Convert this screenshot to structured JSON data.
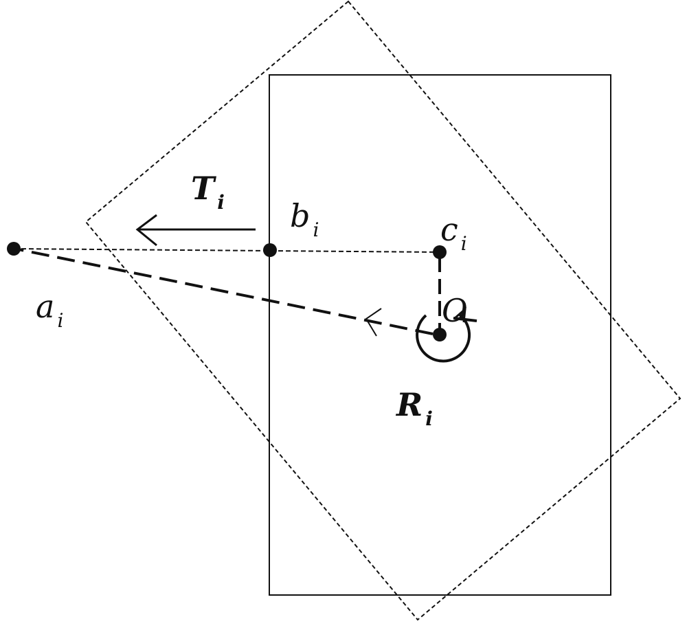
{
  "colors": {
    "ink": "#111111",
    "background": "#ffffff"
  },
  "labels": {
    "T": {
      "main": "T",
      "sub": "i"
    },
    "b": {
      "main": "b",
      "sub": "i"
    },
    "c": {
      "main": "c",
      "sub": "i"
    },
    "a": {
      "main": "a",
      "sub": "i"
    },
    "R": {
      "main": "R",
      "sub": "i"
    },
    "O": {
      "main": "O"
    }
  }
}
